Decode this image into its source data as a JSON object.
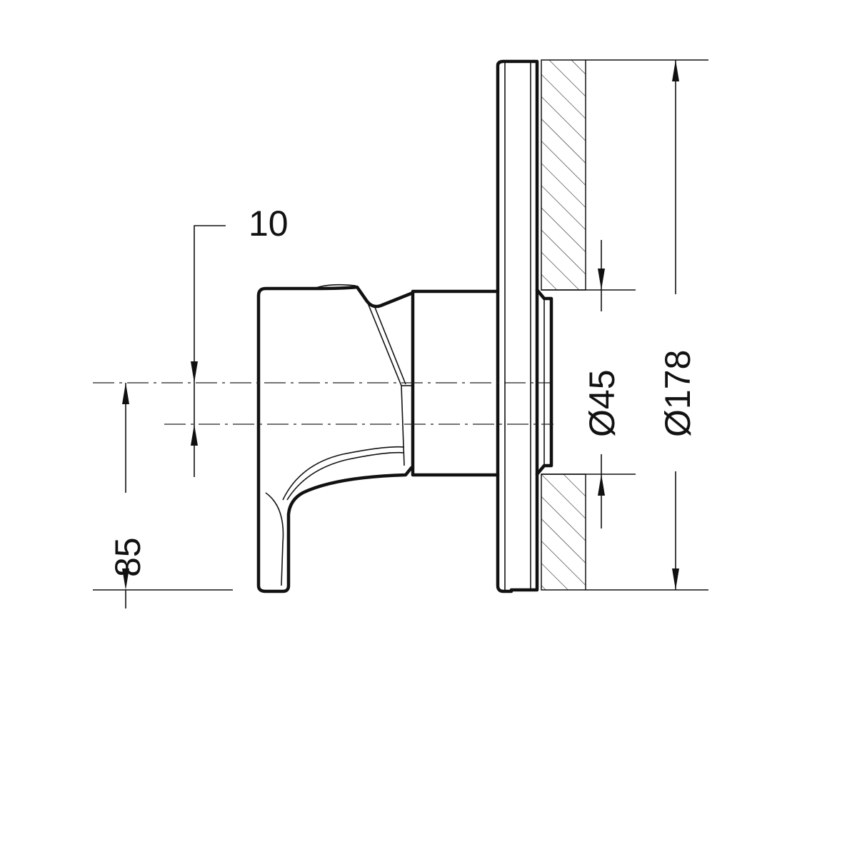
{
  "dimensions": {
    "offset": "10",
    "lever_length": "85",
    "inner_diameter": "Ø45",
    "plate_diameter": "Ø178"
  }
}
